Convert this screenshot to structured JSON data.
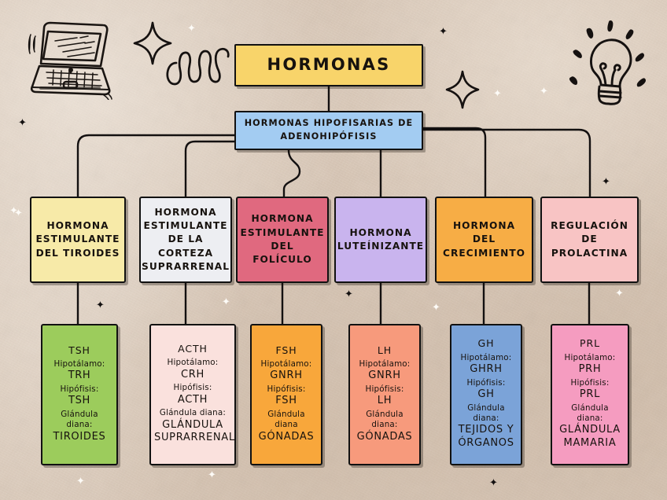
{
  "page": {
    "title": "HORMONAS",
    "background_color": "#dac8b7",
    "ink_color": "#131010"
  },
  "root": {
    "label": "HORMONAS",
    "color": "#f8d46a"
  },
  "level2": {
    "line1": "HORMONAS HIPOFISARIAS DE",
    "line2": "ADENOHIPÓFISIS",
    "color": "#a3ccf2"
  },
  "categories": [
    {
      "name": "hormona-estimulante-del-tiroides",
      "lines": [
        "HORMONA",
        "ESTIMULANTE",
        "DEL TIROIDES"
      ],
      "color": "#f7eaa8"
    },
    {
      "name": "hormona-estimulante-corteza-suprarrenal",
      "lines": [
        "HORMONA",
        "ESTIMULANTE",
        "DE LA",
        "CORTEZA",
        "SUPRARRENAL"
      ],
      "color": "#edeef2"
    },
    {
      "name": "hormona-estimulante-del-foliculo",
      "lines": [
        "HORMONA",
        "ESTIMULANTE",
        "DEL FOLÍCULO"
      ],
      "color": "#e0697f"
    },
    {
      "name": "hormona-luteinizante",
      "lines": [
        "HORMONA",
        "LUTEÍNIZANTE"
      ],
      "color": "#c9b4ee"
    },
    {
      "name": "hormona-del-crecimiento",
      "lines": [
        "HORMONA",
        "DEL",
        "CRECIMIENTO"
      ],
      "color": "#f7ad45"
    },
    {
      "name": "regulacion-de-prolactina",
      "lines": [
        "REGULACIÓN",
        "DE",
        "PROLACTINA"
      ],
      "color": "#f8c4c4"
    }
  ],
  "details": [
    {
      "name": "tsh-detail",
      "abbr": "TSH",
      "color": "#9ccc5c",
      "rows": [
        {
          "label": "Hipotálamo:",
          "value": "TRH"
        },
        {
          "label": "Hipófisis:",
          "value": "TSH"
        },
        {
          "label": "Glándula",
          "label2": "diana:",
          "value": "TIROIDES"
        }
      ]
    },
    {
      "name": "acth-detail",
      "abbr": "ACTH",
      "color": "#fae1dd",
      "rows": [
        {
          "label": "Hipotálamo:",
          "value": "CRH"
        },
        {
          "label": "Hipófisis:",
          "value": "ACTH"
        },
        {
          "label": "Glándula diana:",
          "value": "GLÁNDULA SUPRARRENAL"
        }
      ]
    },
    {
      "name": "fsh-detail",
      "abbr": "FSH",
      "color": "#f8a73b",
      "rows": [
        {
          "label": "Hipotálamo:",
          "value": "GNRH"
        },
        {
          "label": "Hipófisis:",
          "value": "FSH"
        },
        {
          "label": "Glándula",
          "label2": "diana",
          "value": "GÓNADAS"
        }
      ]
    },
    {
      "name": "lh-detail",
      "abbr": "LH",
      "color": "#f79a7c",
      "rows": [
        {
          "label": "Hipotálamo:",
          "value": "GNRH"
        },
        {
          "label": "Hipófisis:",
          "value": "LH"
        },
        {
          "label": "Glándula",
          "label2": "diana:",
          "value": "GÓNADAS"
        }
      ]
    },
    {
      "name": "gh-detail",
      "abbr": "GH",
      "color": "#7ba3d8",
      "rows": [
        {
          "label": "Hipotálamo:",
          "value": "GHRH"
        },
        {
          "label": "Hipófisis:",
          "value": "GH"
        },
        {
          "label": "Glándula",
          "label2": "diana:",
          "value": "TEJIDOS Y ÓRGANOS"
        }
      ]
    },
    {
      "name": "prl-detail",
      "abbr": "PRL",
      "color": "#f59cc0",
      "rows": [
        {
          "label": "Hipotálamo:",
          "value": "PRH"
        },
        {
          "label": "Hipófisis:",
          "value": "PRL"
        },
        {
          "label": "Glándula",
          "label2": "diana:",
          "value": "GLÁNDULA MAMARIA"
        }
      ]
    }
  ],
  "decorations": {
    "laptop": "laptop-doodle",
    "lightbulb": "lightbulb-doodle",
    "spiral": "spiral-squiggle-doodle",
    "sparkles": [
      "four-point-sparkle",
      "four-point-sparkle"
    ],
    "stars_white": 6,
    "stars_black": 7
  }
}
